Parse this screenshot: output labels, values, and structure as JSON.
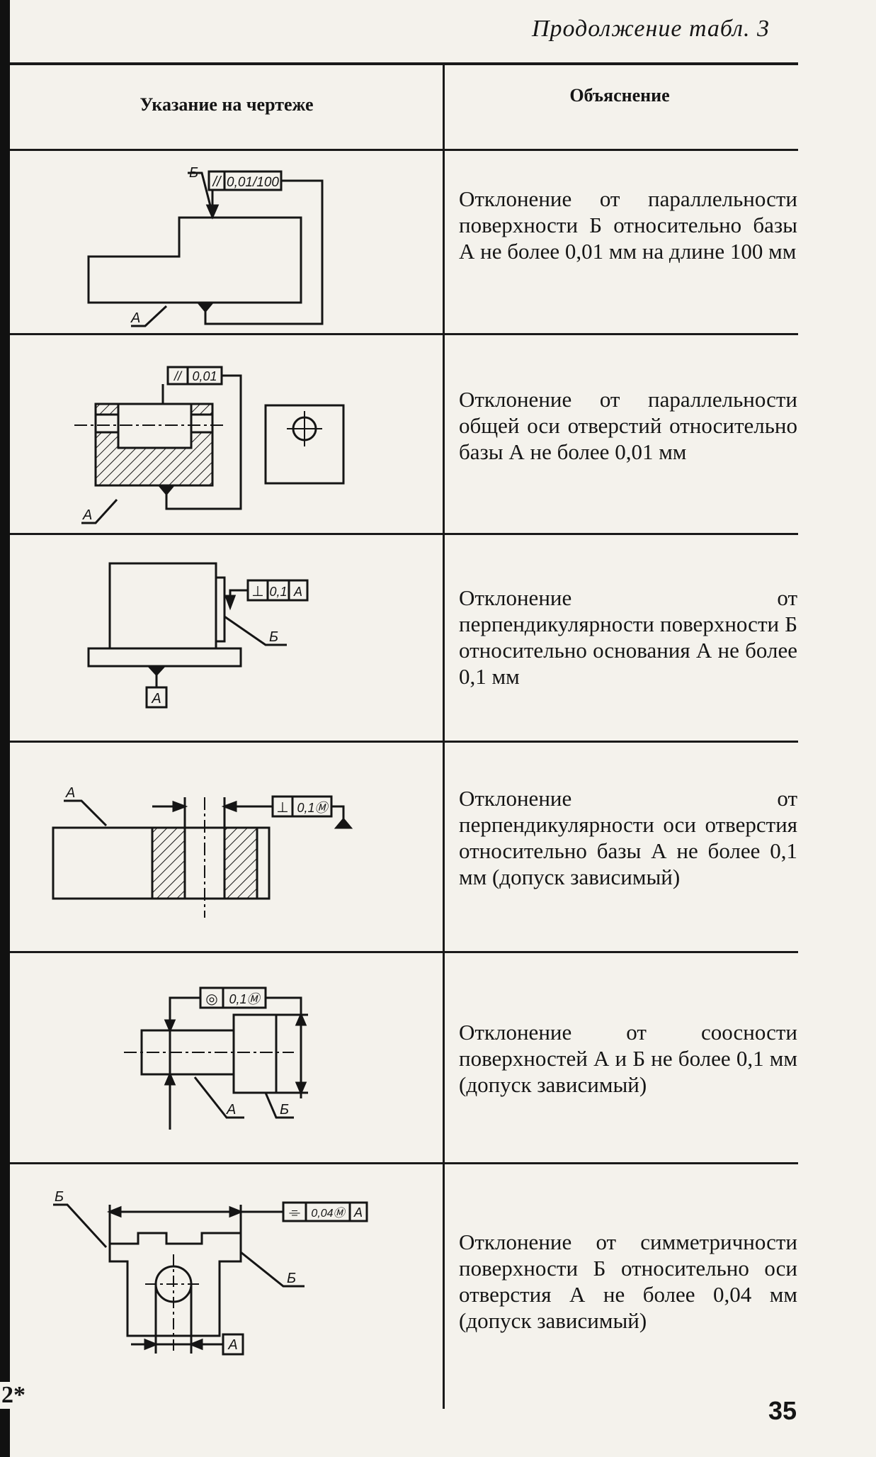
{
  "header": {
    "continuation": "Продолжение табл. 3"
  },
  "table": {
    "col_left": "Указание на чертеже",
    "col_right": "Объяснение",
    "rows": [
      {
        "explanation": "Отклонение от параллельности поверхности Б относительно базы А не более 0,01 мм на длине 100 мм",
        "labels": {
          "frame1": "//",
          "frame2": "0,01/100",
          "base": "Б",
          "datum": "А"
        }
      },
      {
        "explanation": "Отклонение от параллельности общей оси отверстий относительно базы А не более 0,01 мм",
        "labels": {
          "frame1": "//",
          "frame2": "0,01",
          "datum": "А"
        }
      },
      {
        "explanation": "Отклонение от перпендикулярности поверхности Б относительно основания А не более 0,1 мм",
        "labels": {
          "frame1": "⊥",
          "frame2": "0,1",
          "frame3": "А",
          "base": "Б",
          "datum": "А"
        }
      },
      {
        "explanation": "Отклонение от перпендикулярности оси отверстия относительно базы А не более 0,1 мм (допуск зависимый)",
        "labels": {
          "frame1": "⊥",
          "frame2": "0,1Ⓜ",
          "datum": "А"
        }
      },
      {
        "explanation": "Отклонение от соосности поверхностей А и Б не более 0,1 мм (допуск зависимый)",
        "labels": {
          "frame1": "◎",
          "frame2": "0,1Ⓜ",
          "a": "А",
          "b": "Б"
        }
      },
      {
        "explanation": "Отклонение от симметричности поверхности Б относительно оси отверстия А не более 0,04 мм (допуск зависимый)",
        "labels": {
          "frame1": "⌯",
          "frame2": "0,04Ⓜ",
          "frame3": "А",
          "b1": "Б",
          "b2": "Б",
          "datum": "А"
        }
      }
    ]
  },
  "footer": {
    "marker": "2*",
    "page_number": "35"
  }
}
